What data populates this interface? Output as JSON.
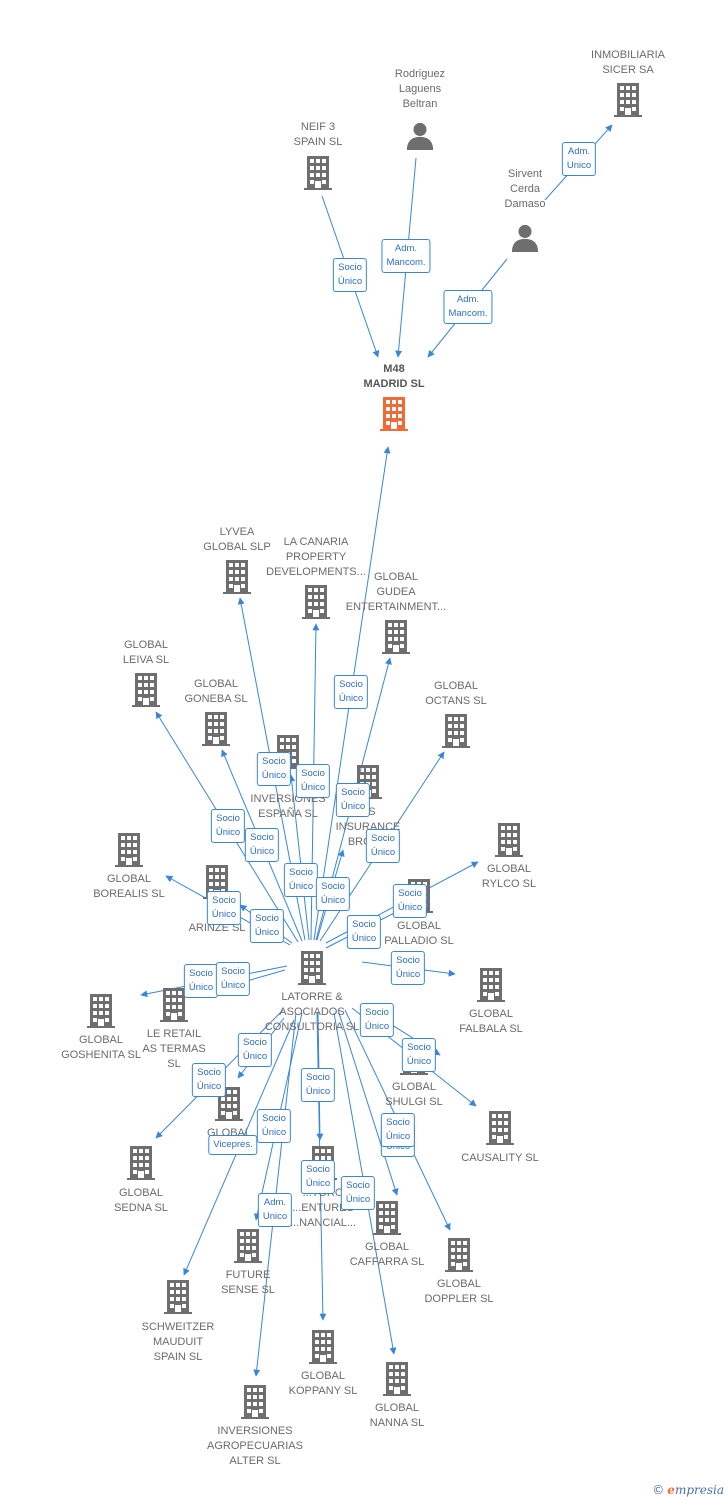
{
  "colors": {
    "edge": "#3a86d6",
    "company": "#6e6e6e",
    "focus": "#f06a35",
    "person": "#6e6e6e"
  },
  "brand": {
    "copyright": "©",
    "initial": "e",
    "rest": "mpresia"
  },
  "nodes": [
    {
      "id": "m48",
      "label": "M48\nMADRID SL",
      "type": "company",
      "focus": true
    },
    {
      "id": "rodriguez",
      "label": "Rodriguez\nLaguens\nBeltran",
      "type": "person"
    },
    {
      "id": "neif",
      "label": "NEIF 3\nSPAIN SL",
      "type": "company"
    },
    {
      "id": "inmob",
      "label": "INMOBILIARIA\nSICER SA",
      "type": "company"
    },
    {
      "id": "sirvent",
      "label": "Sirvent\nCerda\nDamaso",
      "type": "person"
    },
    {
      "id": "latorre",
      "label": "LATORRE &\nASOCIADOS\nCONSULTORIA SL",
      "type": "company"
    },
    {
      "id": "lyvea",
      "label": "LYVEA\nGLOBAL SLP",
      "type": "company"
    },
    {
      "id": "lacanaria",
      "label": "LA CANARIA\nPROPERTY\nDEVELOPMENTS...",
      "type": "company"
    },
    {
      "id": "gudea",
      "label": "GLOBAL\nGUDEA\nENTERTAINMENT...",
      "type": "company"
    },
    {
      "id": "leiva",
      "label": "GLOBAL\nLEIVA SL",
      "type": "company"
    },
    {
      "id": "goneba",
      "label": "GLOBAL\nGONEBA SL",
      "type": "company"
    },
    {
      "id": "octans",
      "label": "GLOBAL\nOCTANS SL",
      "type": "company"
    },
    {
      "id": "inversiones_es",
      "label": "INVERSIONES\nESPAÑA SL",
      "type": "company"
    },
    {
      "id": "insurance",
      "label": "US\nINSURANCE\nBROK...",
      "type": "company"
    },
    {
      "id": "rylco",
      "label": "GLOBAL\nRYLCO SL",
      "type": "company"
    },
    {
      "id": "borealis",
      "label": "GLOBAL\nBOREALIS SL",
      "type": "company"
    },
    {
      "id": "arinze",
      "label": "G...\nARINZE SL",
      "type": "company"
    },
    {
      "id": "palladio",
      "label": "GLOBAL\nPALLADIO SL",
      "type": "company"
    },
    {
      "id": "falbala",
      "label": "GLOBAL\nFALBALA SL",
      "type": "company"
    },
    {
      "id": "goshenita",
      "label": "GLOBAL\nGOSHENITA SL",
      "type": "company"
    },
    {
      "id": "leretail",
      "label": "LE RETAIL\nAS TERMAS\nSL",
      "type": "company"
    },
    {
      "id": "shulgi",
      "label": "GLOBAL\nSHULGI SL",
      "type": "company"
    },
    {
      "id": "causality",
      "label": "CAUSALITY SL",
      "type": "company"
    },
    {
      "id": "globalm",
      "label": "GLOBAL\nM...",
      "type": "company"
    },
    {
      "id": "sedna",
      "label": "GLOBAL\nSEDNA SL",
      "type": "company"
    },
    {
      "id": "toro",
      "label": "...TORO\n...ENTURES\n...NANCIAL...",
      "type": "company"
    },
    {
      "id": "caffarra",
      "label": "GLOBAL\nCAFFARRA SL",
      "type": "company"
    },
    {
      "id": "doppler",
      "label": "GLOBAL\nDOPPLER SL",
      "type": "company"
    },
    {
      "id": "future",
      "label": "FUTURE\nSENSE SL",
      "type": "company"
    },
    {
      "id": "schweitzer",
      "label": "SCHWEITZER\nMAUDUIT\nSPAIN SL",
      "type": "company"
    },
    {
      "id": "koppany",
      "label": "GLOBAL\nKOPPANY SL",
      "type": "company"
    },
    {
      "id": "nanna",
      "label": "GLOBAL\nNANNA SL",
      "type": "company"
    },
    {
      "id": "agropecuarias",
      "label": "INVERSIONES\nAGROPECUARIAS\nALTER SL",
      "type": "company"
    }
  ],
  "edges": [
    {
      "from": "neif",
      "to": "m48",
      "label": "Socio\nÚnico"
    },
    {
      "from": "rodriguez",
      "to": "m48",
      "label": "Adm.\nMancom."
    },
    {
      "from": "sirvent",
      "to": "m48",
      "label": "Adm.\nMancom."
    },
    {
      "from": "sirvent",
      "to": "inmob",
      "label": "Adm.\nUnico"
    },
    {
      "from": "latorre",
      "to": "m48",
      "label": "Socio\nÚnico"
    },
    {
      "from": "latorre",
      "to": "lyvea",
      "label": "Socio\nÚnico"
    },
    {
      "from": "latorre",
      "to": "lacanaria",
      "label": "Socio\nÚnico"
    },
    {
      "from": "latorre",
      "to": "gudea",
      "label": "Socio\nÚnico"
    },
    {
      "from": "latorre",
      "to": "leiva",
      "label": "Socio\nÚnico"
    },
    {
      "from": "latorre",
      "to": "goneba",
      "label": "Socio\nÚnico"
    },
    {
      "from": "latorre",
      "to": "octans",
      "label": "Socio\nÚnico"
    },
    {
      "from": "latorre",
      "to": "inversiones_es",
      "label": "Socio\nÚnico"
    },
    {
      "from": "latorre",
      "to": "insurance",
      "label": "Socio\nÚnico"
    },
    {
      "from": "latorre",
      "to": "rylco",
      "label": "Socio\nÚnico"
    },
    {
      "from": "latorre",
      "to": "borealis",
      "label": "Socio\nÚnico"
    },
    {
      "from": "latorre",
      "to": "arinze",
      "label": "Socio\nÚnico"
    },
    {
      "from": "latorre",
      "to": "palladio",
      "label": "Socio\nÚnico"
    },
    {
      "from": "latorre",
      "to": "falbala",
      "label": "Socio\nÚnico"
    },
    {
      "from": "latorre",
      "to": "goshenita",
      "label": "Socio\nÚnico"
    },
    {
      "from": "latorre",
      "to": "leretail",
      "label": "Socio\nÚnico"
    },
    {
      "from": "latorre",
      "to": "shulgi",
      "label": "Socio\nÚnico"
    },
    {
      "from": "latorre",
      "to": "causality",
      "label": "Socio\nÚnico"
    },
    {
      "from": "latorre",
      "to": "globalm",
      "label": "Socio\nÚnico"
    },
    {
      "from": "latorre",
      "to": "sedna",
      "label": "Socio\nÚnico"
    },
    {
      "from": "latorre",
      "to": "toro",
      "label": "Socio\nÚnico"
    },
    {
      "from": "latorre",
      "to": "caffarra",
      "label": "Socio\nÚnico"
    },
    {
      "from": "latorre",
      "to": "doppler",
      "label": "Socio\nÚnico"
    },
    {
      "from": "latorre",
      "to": "future",
      "label": "Socio\nÚnico"
    },
    {
      "from": "latorre",
      "to": "schweitzer",
      "label": "Vicepres."
    },
    {
      "from": "latorre",
      "to": "koppany",
      "label": "Socio\nÚnico"
    },
    {
      "from": "latorre",
      "to": "nanna",
      "label": "Socio\nÚnico"
    },
    {
      "from": "latorre",
      "to": "agropecuarias",
      "label": "Adm.\nUnico"
    }
  ]
}
